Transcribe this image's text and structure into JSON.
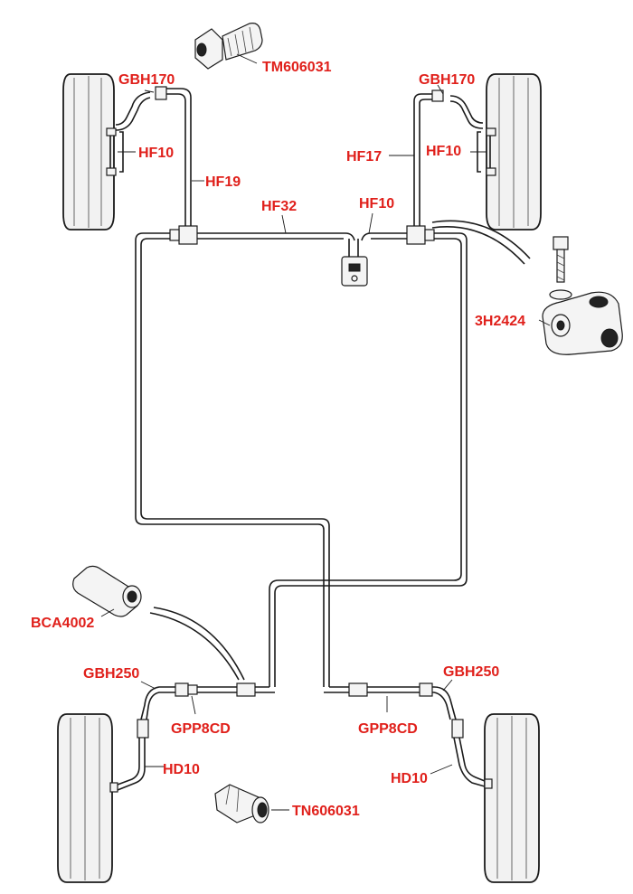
{
  "colors": {
    "label": "#e0201b",
    "line": "#1a1a1a",
    "background": "#ffffff"
  },
  "labels": {
    "top_union": "TM606031",
    "gbh170_left": "GBH170",
    "gbh170_right": "GBH170",
    "hf10_front_left": "HF10",
    "hf10_front_right": "HF10",
    "hf19": "HF19",
    "hf17": "HF17",
    "hf32": "HF32",
    "hf10_crossover": "HF10",
    "tee_piece": "3H2424",
    "bca4002": "BCA4002",
    "gbh250_left": "GBH250",
    "gbh250_right": "GBH250",
    "gpp8cd_left": "GPP8CD",
    "gpp8cd_right": "GPP8CD",
    "hd10_left": "HD10",
    "hd10_right": "HD10",
    "rear_union": "TN606031"
  }
}
